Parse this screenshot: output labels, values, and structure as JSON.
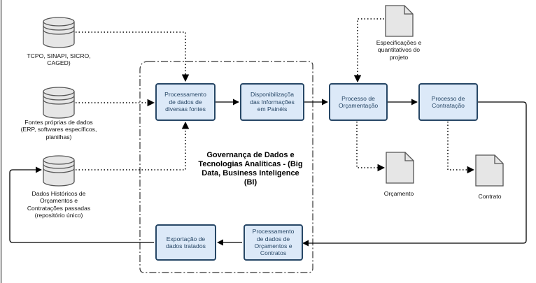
{
  "nodes": {
    "db_tcpo": "TCPO, SINAPI, SICRO,\nCAGED)",
    "db_fontes": "Fontes próprias de dados\n(ERP, softwares específicos,\nplanilhas)",
    "db_historicos": "Dados Históricos de\nOrçamentos e\nContratações passadas\n(repositório único)",
    "processamento": "Processamento\nde dados de\ndiversas fontes",
    "disponibilizacao": "Disponibilizaçõa\ndas Informações\nem Painéis",
    "processo_orcamentacao": "Processo de\nOrçamentação",
    "processo_contratacao": "Processo de\nContratação",
    "exportacao": "Exportação de\ndados tratados",
    "processamento_orcamentos": "Processamento\nde dados de\nOrçamentos e\nContratos",
    "doc_especificacoes": "Especificações e\nquantitativos do\nprojeto",
    "doc_orcamento": "Orçamento",
    "doc_contrato": "Contrato",
    "governanca": "Governança de Dados e\nTecnologias Analíticas - (Big\nData, Business Inteligence\n(BI)"
  },
  "colors": {
    "box_fill": "#dce9f8",
    "box_border": "#274766",
    "shape_fill": "#e6e6e6",
    "shape_stroke": "#555555",
    "line": "#000000"
  }
}
